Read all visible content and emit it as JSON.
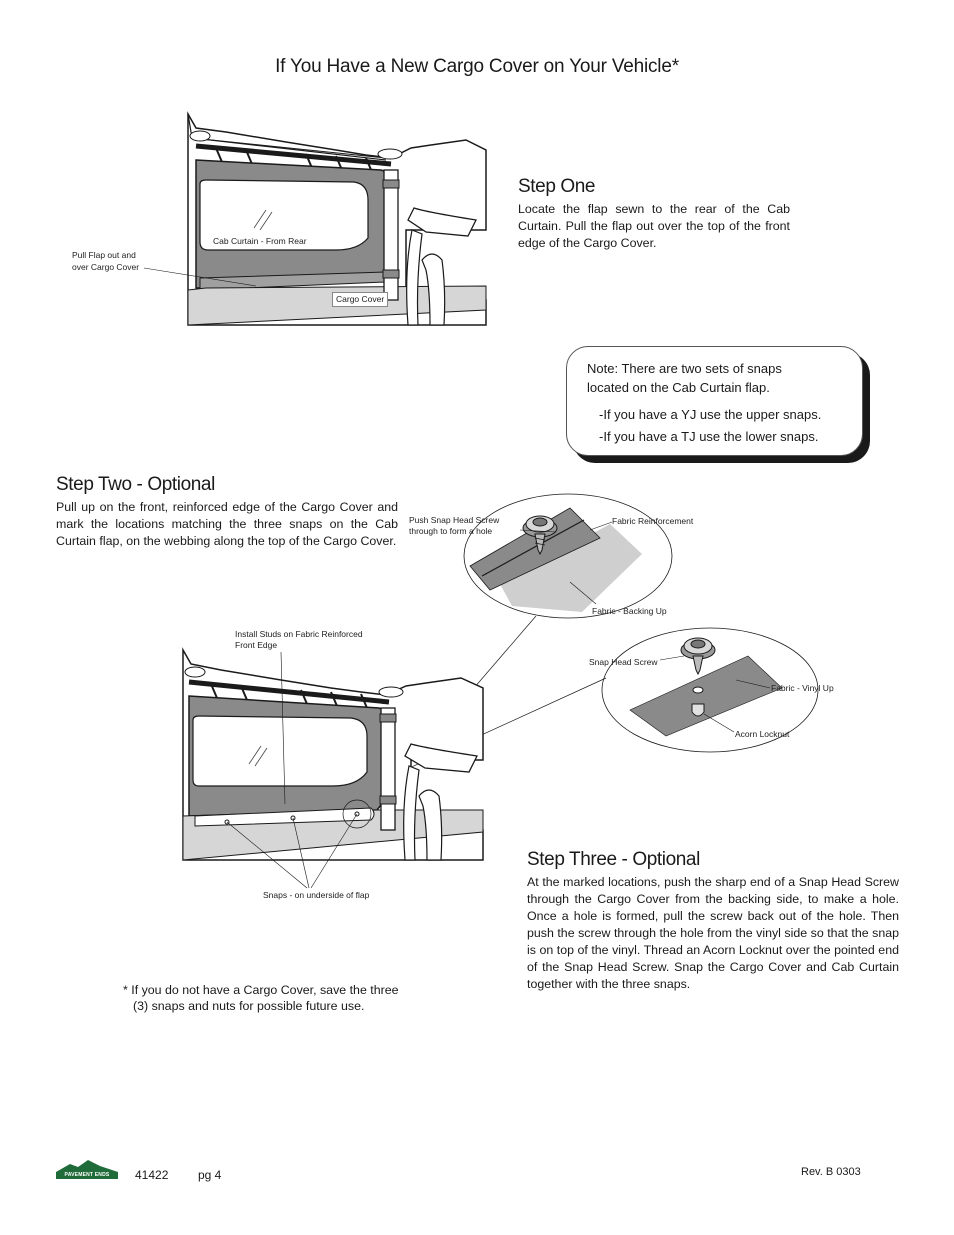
{
  "page_title": "If You Have a New Cargo Cover on Your Vehicle*",
  "step_one": {
    "heading": "Step One",
    "body": "Locate the flap sewn to the rear of the Cab Curtain. Pull the flap out over the top of the front edge of the Cargo Cover."
  },
  "figure_one": {
    "cab_curtain_label": "Cab Curtain - From Rear",
    "pull_flap_label_1": "Pull Flap out and",
    "pull_flap_label_2": "over Cargo Cover",
    "cargo_cover_label": "Cargo Cover"
  },
  "note": {
    "line1": "Note: There are two sets of snaps",
    "line2": "located on the Cab Curtain flap.",
    "yj": "-If you have a YJ use the upper snaps.",
    "tj": "-If you have a TJ use the lower snaps."
  },
  "step_two": {
    "heading": "Step Two - Optional",
    "body": "Pull up on the front, reinforced edge of the Cargo Cover and mark the locations matching the three snaps on the Cab Curtain flap, on the webbing along the top of the Cargo Cover."
  },
  "detail_one": {
    "push_label_1": "Push Snap Head Screw",
    "push_label_2": "through to form a hole",
    "reinforcement_label": "Fabric Reinforcement",
    "backing_label": "Fabric - Backing Up"
  },
  "detail_two": {
    "screw_label": "Snap Head Screw",
    "vinyl_label": "Fabric - Vinyl Up",
    "locknut_label": "Acorn Locknut"
  },
  "figure_two": {
    "install_label_1": "Install Studs on Fabric Reinforced",
    "install_label_2": "Front Edge",
    "snaps_label": "Snaps - on underside of flap"
  },
  "step_three": {
    "heading": "Step Three - Optional",
    "body": "At the marked locations, push the sharp end of a Snap Head Screw through the Cargo Cover from the backing side, to make a hole. Once a hole is formed, pull the screw back out of the hole. Then push the screw through the hole from the vinyl side so that the snap is on top of the vinyl. Thread an Acorn Locknut over the pointed end of the Snap Head Screw. Snap the Cargo Cover and Cab Curtain together with the three snaps."
  },
  "footnote": {
    "line1": "* If you do not have a Cargo Cover, save the three",
    "line2": "(3) snaps and nuts for possible future use."
  },
  "footer": {
    "logo_text": "PAVEMENT ENDS",
    "part_number": "41422",
    "page": "pg 4",
    "revision": "Rev. B 0303"
  },
  "colors": {
    "fabric_dark": "#8a8a8a",
    "fabric_light": "#cfcfcf",
    "ink": "#1a1a1a",
    "logo_green": "#1f6b3a"
  }
}
